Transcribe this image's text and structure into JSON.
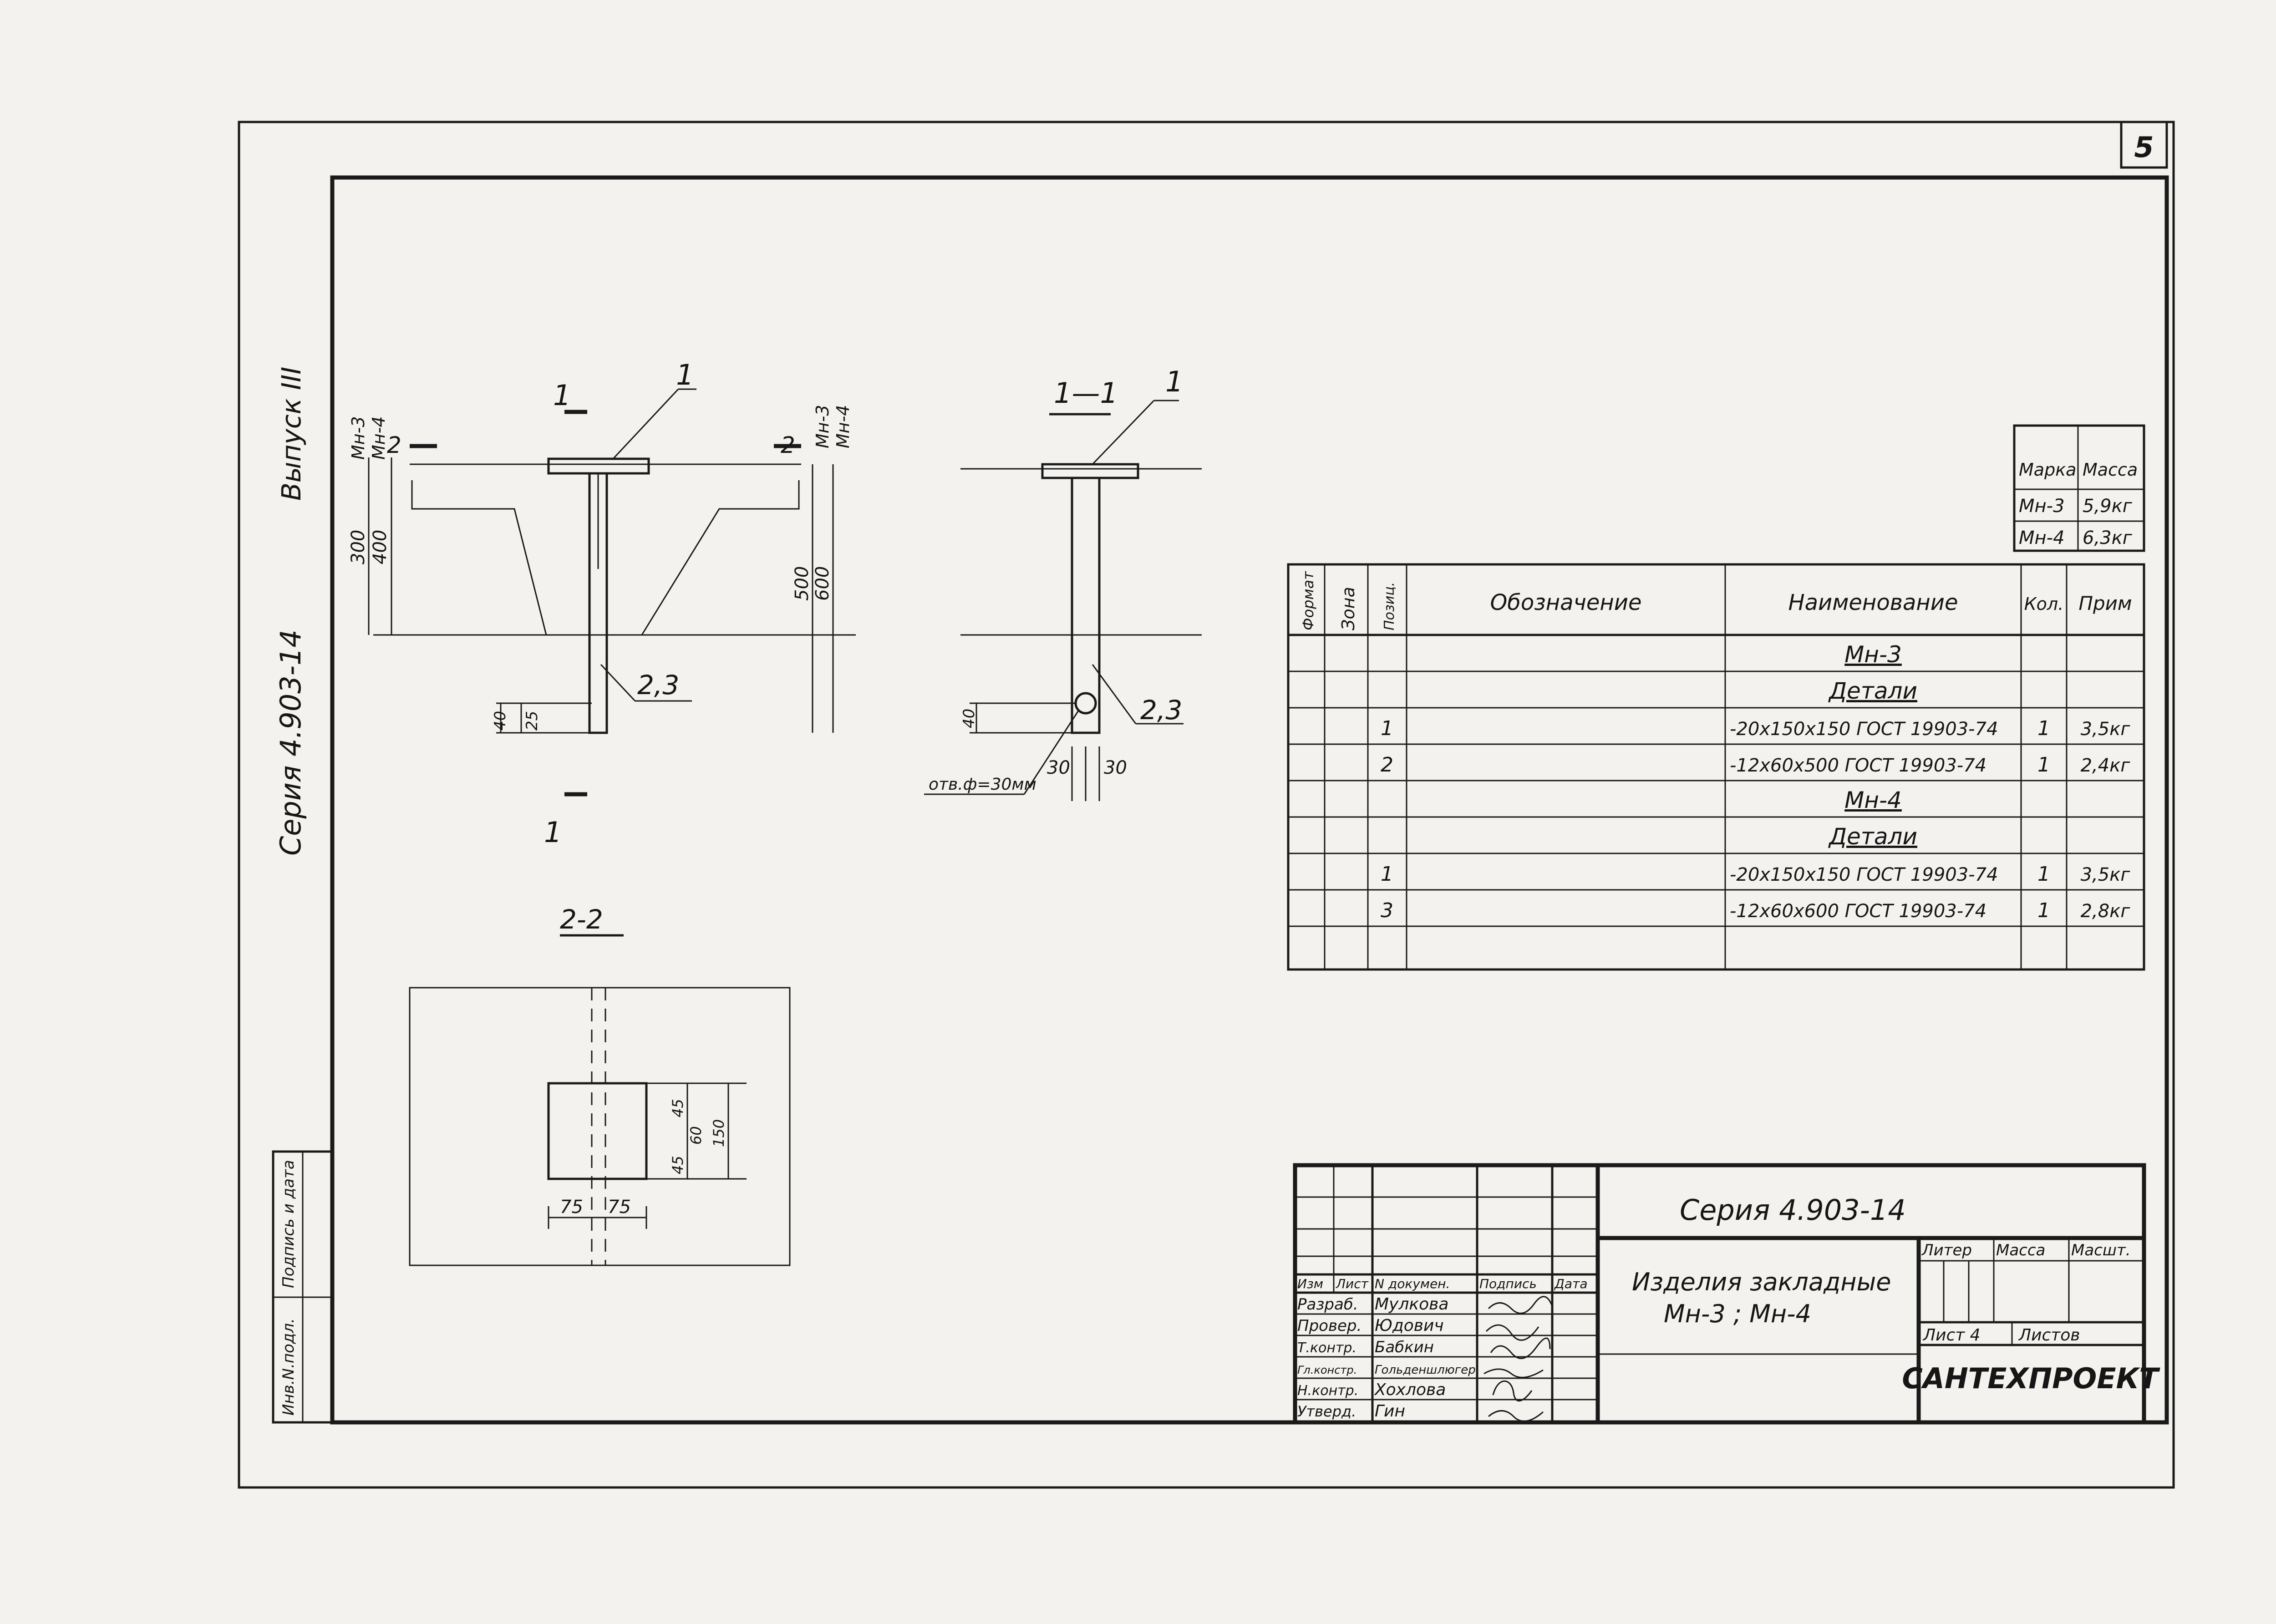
{
  "sheet": {
    "page_number": "5",
    "left_side": {
      "vypusk": "Выпуск III",
      "seria": "Серия 4.903-14"
    },
    "stub": {
      "col1": "Инв.N.подл.",
      "col2": "Подпись и дата"
    }
  },
  "drawing": {
    "front": {
      "label_top": "1",
      "label_bottom": "1",
      "pos_plate": "1",
      "pos_rod": "2,3",
      "mark_left": "2",
      "mark_right": "2",
      "mn3": "Мн-3",
      "mn4": "Мн-4",
      "dim_300": "300",
      "dim_400": "400",
      "dim_500": "500",
      "dim_600": "600",
      "dim_40": "40",
      "dim_25": "25"
    },
    "section11": {
      "title": "1—1",
      "pos_plate": "1",
      "pos_rod": "2,3",
      "dim_40": "40",
      "hole": "отв.ф=30мм",
      "dim_30a": "30",
      "dim_30b": "30"
    },
    "section22": {
      "title": "2-2",
      "dim_75a": "75",
      "dim_75b": "75",
      "dim_45a": "45",
      "dim_60": "60",
      "dim_45b": "45",
      "dim_150": "150"
    }
  },
  "mass_table": {
    "headers": [
      "Марка",
      "Масса"
    ],
    "rows": [
      [
        "Мн-3",
        "5,9кг"
      ],
      [
        "Мн-4",
        "6,3кг"
      ]
    ]
  },
  "spec": {
    "headers": {
      "format": "Формат",
      "zone": "Зона",
      "pos": "Позиц.",
      "designation": "Обозначение",
      "name": "Наименование",
      "qty": "Кол.",
      "note": "Прим"
    },
    "rows": [
      {
        "pos": "",
        "name": "Мн-3",
        "qty": "",
        "note": ""
      },
      {
        "pos": "",
        "name": "Детали",
        "qty": "",
        "note": ""
      },
      {
        "pos": "1",
        "name": "-20x150x150 ГОСТ 19903-74",
        "qty": "1",
        "note": "3,5кг"
      },
      {
        "pos": "2",
        "name": "-12x60x500 ГОСТ 19903-74",
        "qty": "1",
        "note": "2,4кг"
      },
      {
        "pos": "",
        "name": "Мн-4",
        "qty": "",
        "note": ""
      },
      {
        "pos": "",
        "name": "Детали",
        "qty": "",
        "note": ""
      },
      {
        "pos": "1",
        "name": "-20x150x150 ГОСТ 19903-74",
        "qty": "1",
        "note": "3,5кг"
      },
      {
        "pos": "3",
        "name": "-12x60x600 ГОСТ 19903-74",
        "qty": "1",
        "note": "2,8кг"
      },
      {
        "pos": "",
        "name": "",
        "qty": "",
        "note": ""
      }
    ]
  },
  "title_block": {
    "series": "Серия 4.903-14",
    "col_headers": [
      "Изм",
      "Лист",
      "N докумен.",
      "Подпись",
      "Дата"
    ],
    "roles": [
      {
        "role": "Разраб.",
        "name": "Мулкова"
      },
      {
        "role": "Провер.",
        "name": "Юдович"
      },
      {
        "role": "Т.контр.",
        "name": "Бабкин"
      },
      {
        "role": "Гл.констр.",
        "name": "Гольденшлюгер"
      },
      {
        "role": "Н.контр.",
        "name": "Хохлова"
      },
      {
        "role": "Утверд.",
        "name": "Гин"
      }
    ],
    "title_line1": "Изделия закладные",
    "title_line2": "Мн-3 ; Мн-4",
    "liter": "Литер",
    "mass": "Масса",
    "scale": "Масшт.",
    "sheet": "Лист 4",
    "sheets": "Листов",
    "org": "САНТЕХПРОЕКТ"
  }
}
